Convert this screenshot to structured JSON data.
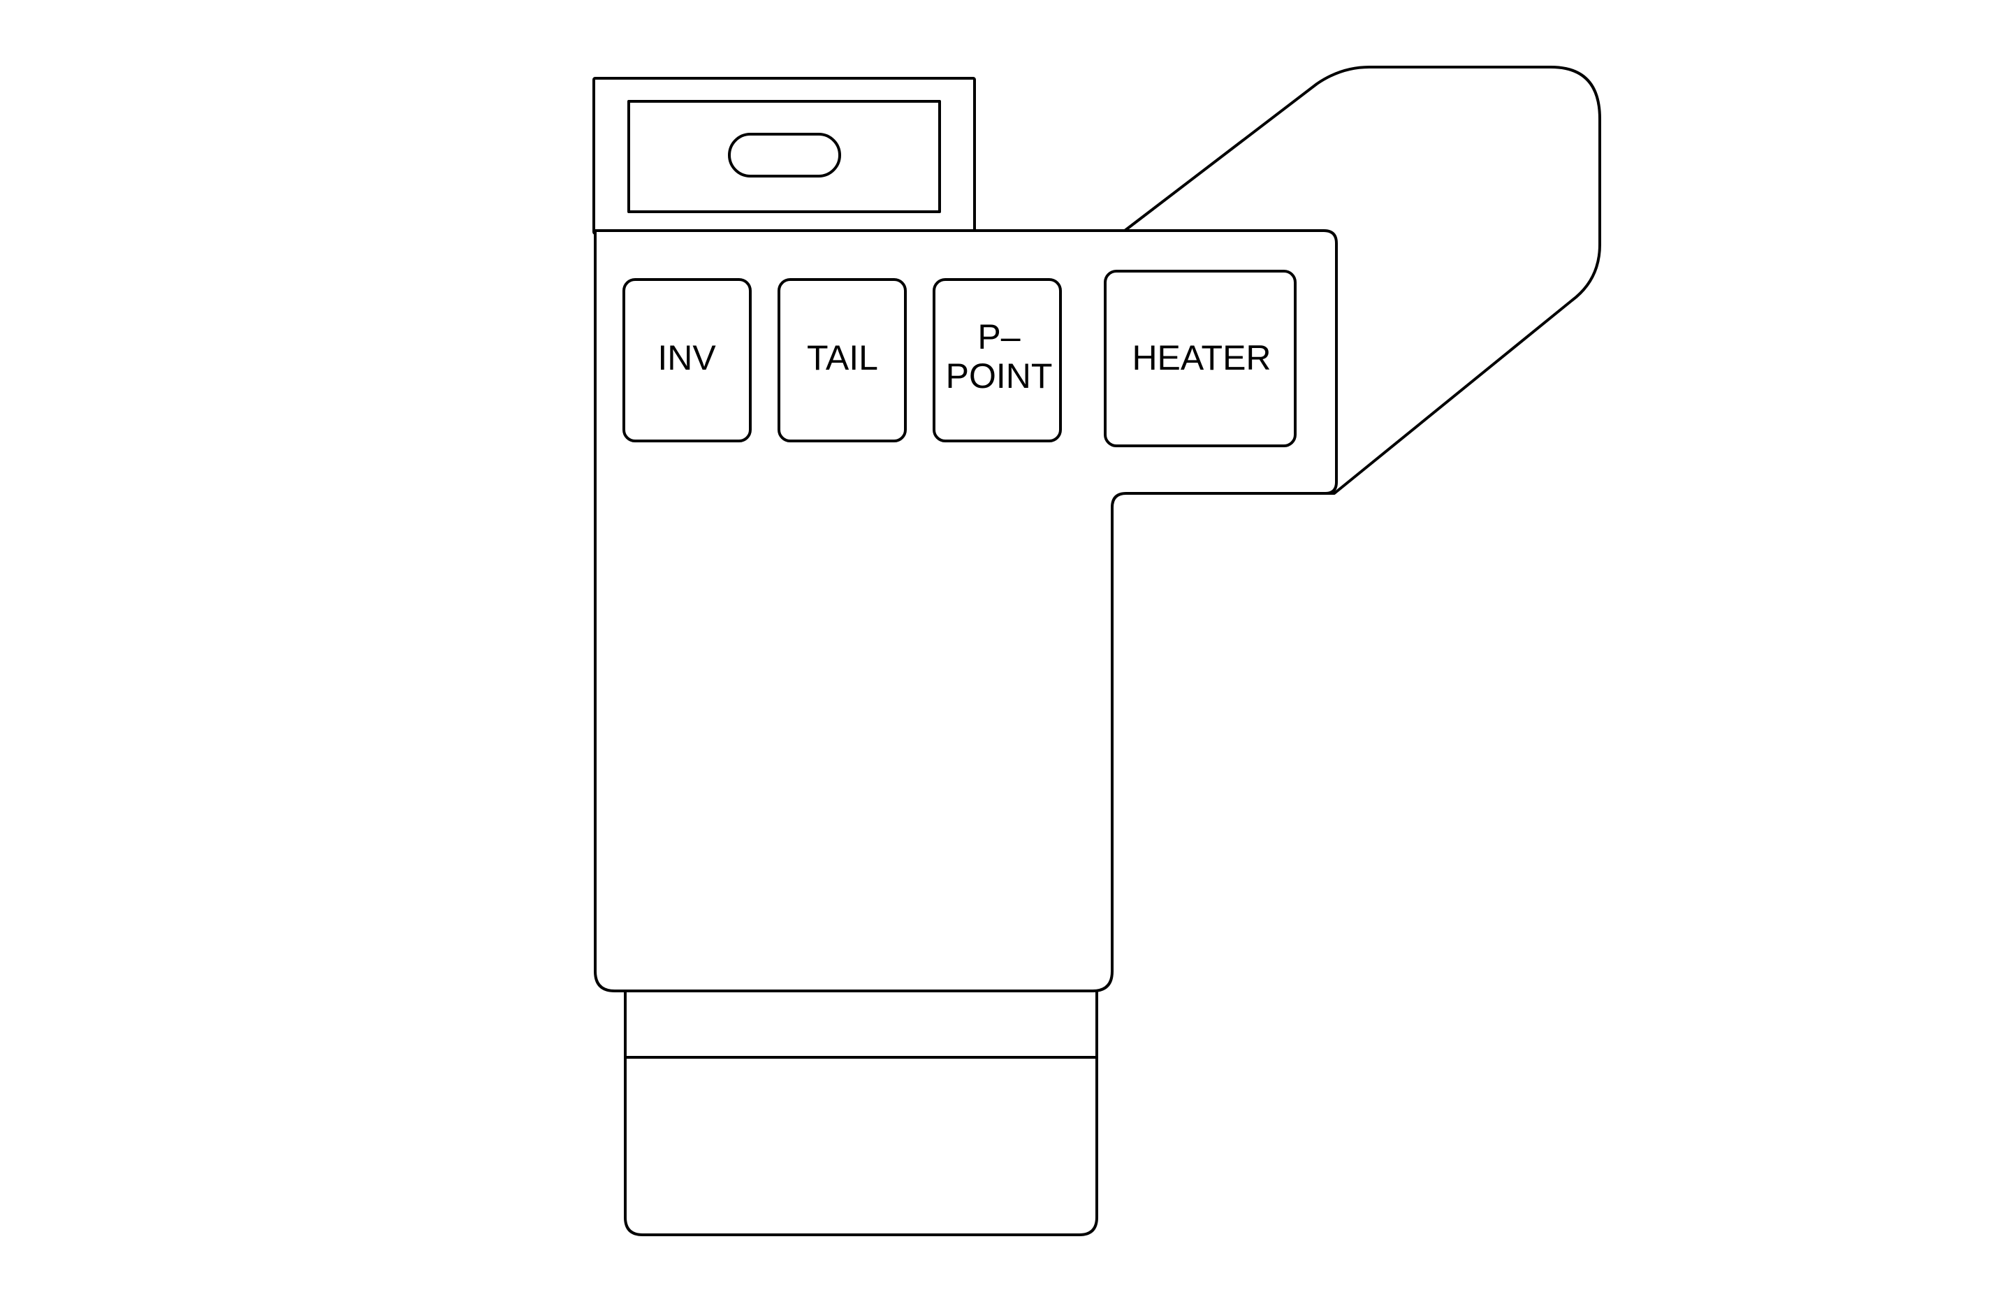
{
  "fuses": {
    "inv": {
      "label": "INV"
    },
    "tail": {
      "label": "TAIL"
    },
    "p_point": {
      "line1": "P–",
      "line2": "POINT"
    },
    "heater": {
      "label": "HEATER"
    }
  },
  "colors": {
    "stroke": "#000000",
    "background": "#ffffff"
  }
}
